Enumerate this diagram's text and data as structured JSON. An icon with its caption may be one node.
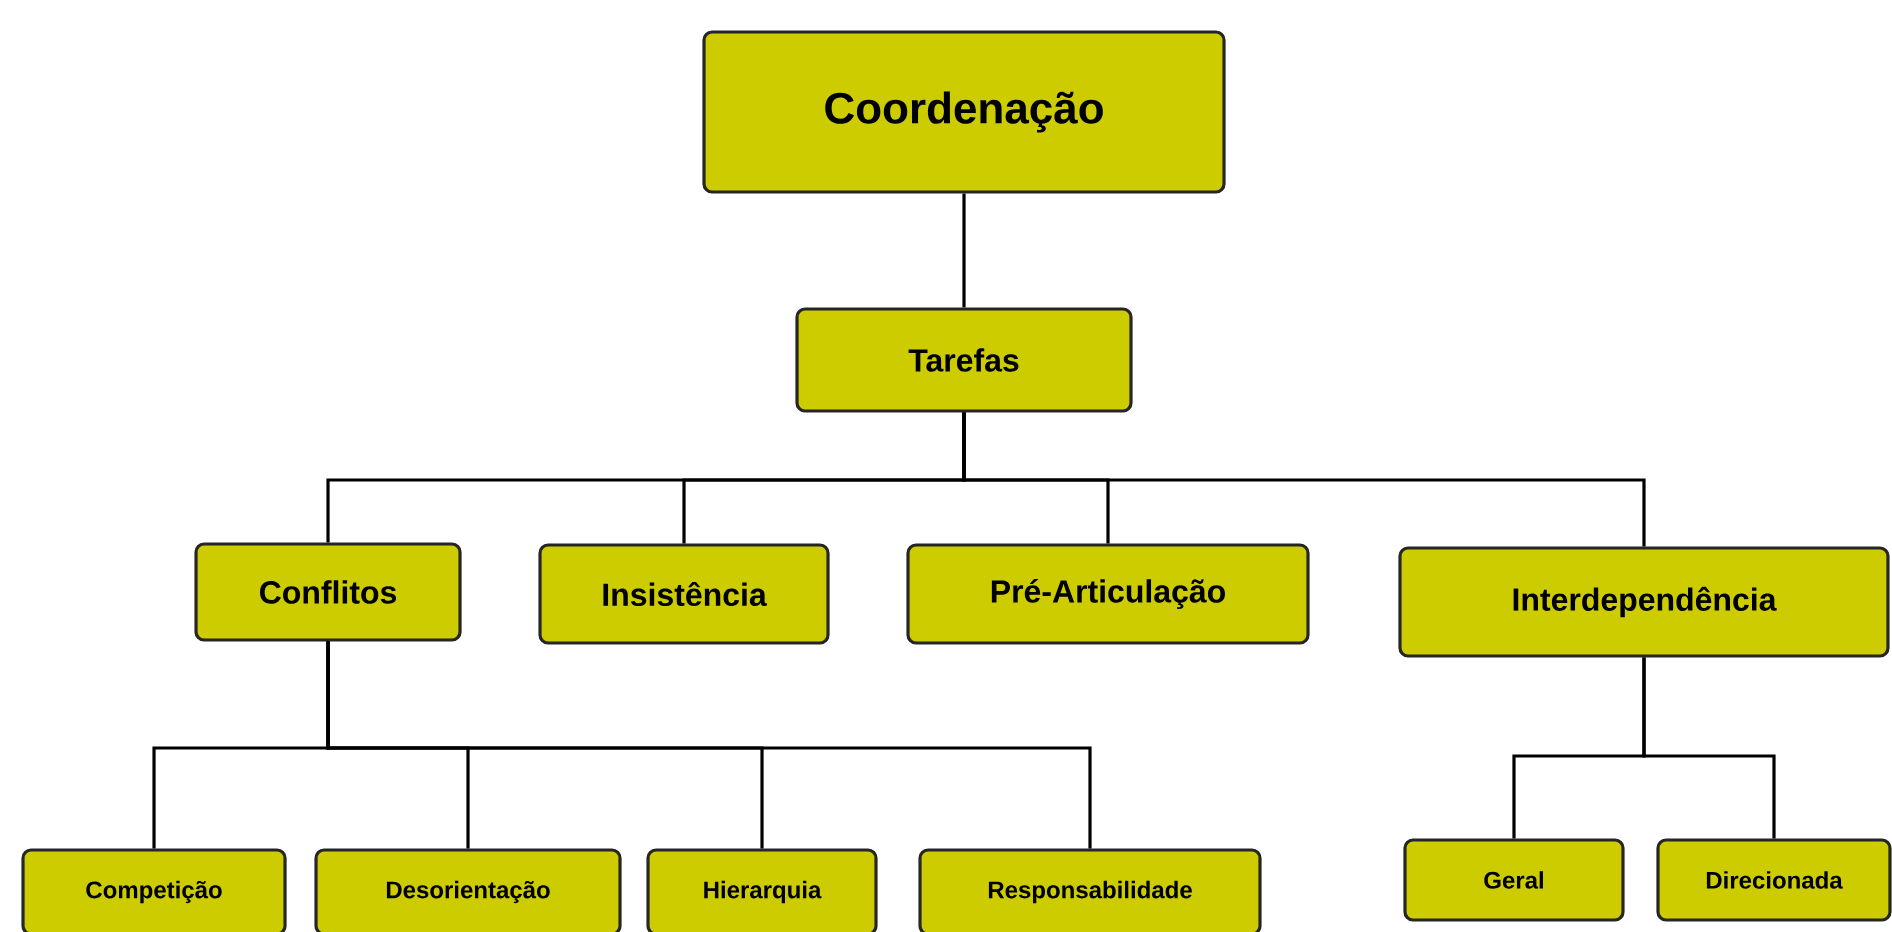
{
  "diagram": {
    "nodes": [
      {
        "text": [
          "Coordenação"
        ]
      },
      {
        "text": [
          "Tarefas"
        ]
      },
      {
        "text": [
          "Conflitos"
        ]
      },
      {
        "text": [
          "Insistência"
        ]
      },
      {
        "text": [
          "Pré-Articulação"
        ]
      },
      {
        "text": [
          "Interdependência"
        ]
      },
      {
        "text": [
          "Competição"
        ]
      },
      {
        "text": [
          "Desorientação"
        ]
      },
      {
        "text": [
          "Hierarquia"
        ]
      },
      {
        "text": [
          "Responsabilidade"
        ]
      },
      {
        "text": [
          "Geral"
        ]
      },
      {
        "text": [
          "Direcionada"
        ]
      }
    ],
    "edges": [
      {
        "from": 0,
        "to": 1,
        "arrow": "none"
      },
      {
        "from": 1,
        "to": 2,
        "arrow": "none"
      },
      {
        "from": 1,
        "to": 3,
        "arrow": "none"
      },
      {
        "from": 1,
        "to": 4,
        "arrow": "none"
      },
      {
        "from": 1,
        "to": 5,
        "arrow": "none"
      },
      {
        "from": 2,
        "to": 6,
        "arrow": "none"
      },
      {
        "from": 2,
        "to": 7,
        "arrow": "none"
      },
      {
        "from": 2,
        "to": 8,
        "arrow": "none"
      },
      {
        "from": 2,
        "to": 9,
        "arrow": "none"
      },
      {
        "from": 5,
        "to": 10,
        "arrow": "none"
      },
      {
        "from": 5,
        "to": 11,
        "arrow": "none"
      }
    ]
  }
}
